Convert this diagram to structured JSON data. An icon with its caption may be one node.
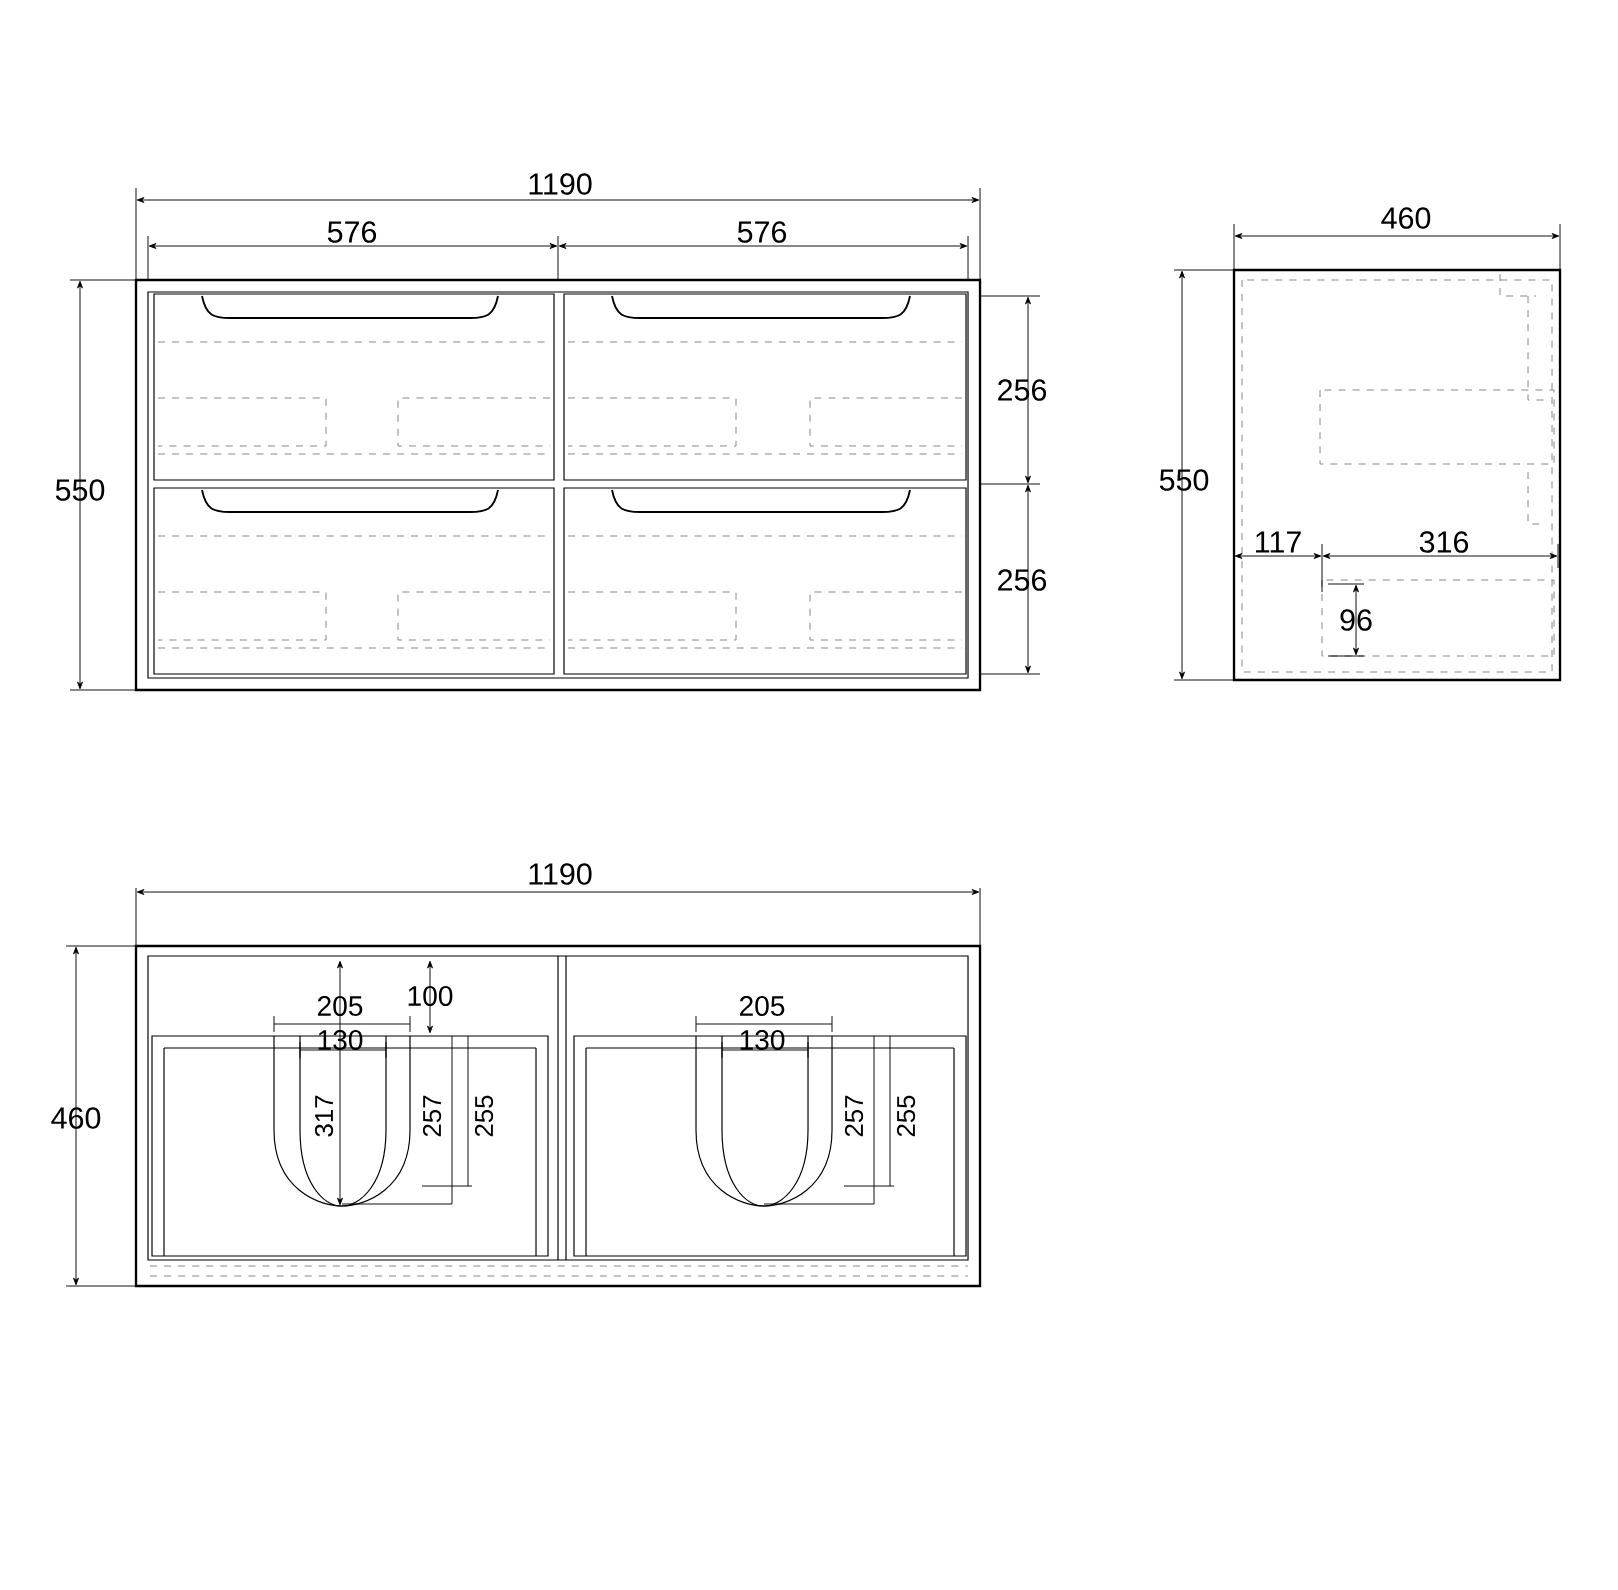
{
  "diagram": {
    "labels": [
      "1190",
      "576",
      "576",
      "460",
      "256",
      "550",
      "550",
      "117",
      "316",
      "96",
      "256",
      "1190",
      "205",
      "100",
      "205",
      "130",
      "130",
      "460",
      "317",
      "257",
      "255",
      "257",
      "255"
    ]
  }
}
